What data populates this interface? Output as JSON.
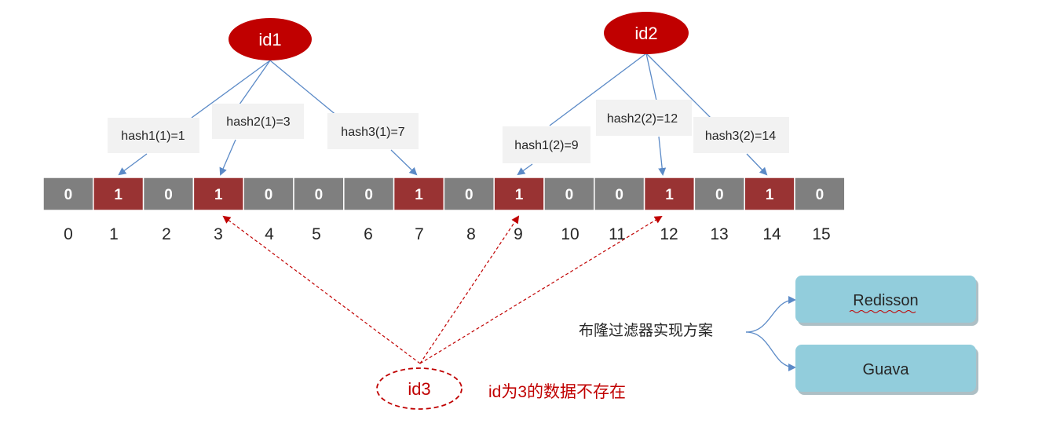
{
  "bits": [
    0,
    1,
    0,
    1,
    0,
    0,
    0,
    1,
    0,
    1,
    0,
    0,
    1,
    0,
    1,
    0
  ],
  "indices": [
    "0",
    "1",
    "2",
    "3",
    "4",
    "5",
    "6",
    "7",
    "8",
    "9",
    "10",
    "11",
    "12",
    "13",
    "14",
    "15"
  ],
  "nodes": {
    "id1": "id1",
    "id2": "id2",
    "id3": "id3"
  },
  "hashes": {
    "id1": [
      "hash1(1)=1",
      "hash2(1)=3",
      "hash3(1)=7"
    ],
    "id2": [
      "hash1(2)=9",
      "hash2(2)=12",
      "hash3(2)=14"
    ]
  },
  "id3_note": "id为3的数据不存在",
  "solutions": {
    "title": "布隆过滤器实现方案",
    "options": [
      "Redisson",
      "Guava"
    ]
  },
  "colors": {
    "set_bit": "#993333",
    "unset_bit": "#7f7f7f",
    "node_fill": "#c00000",
    "connector": "#5b8ac7",
    "dashed": "#c00000",
    "label_box": "#f2f2f2",
    "option_box": "#92cddc"
  }
}
